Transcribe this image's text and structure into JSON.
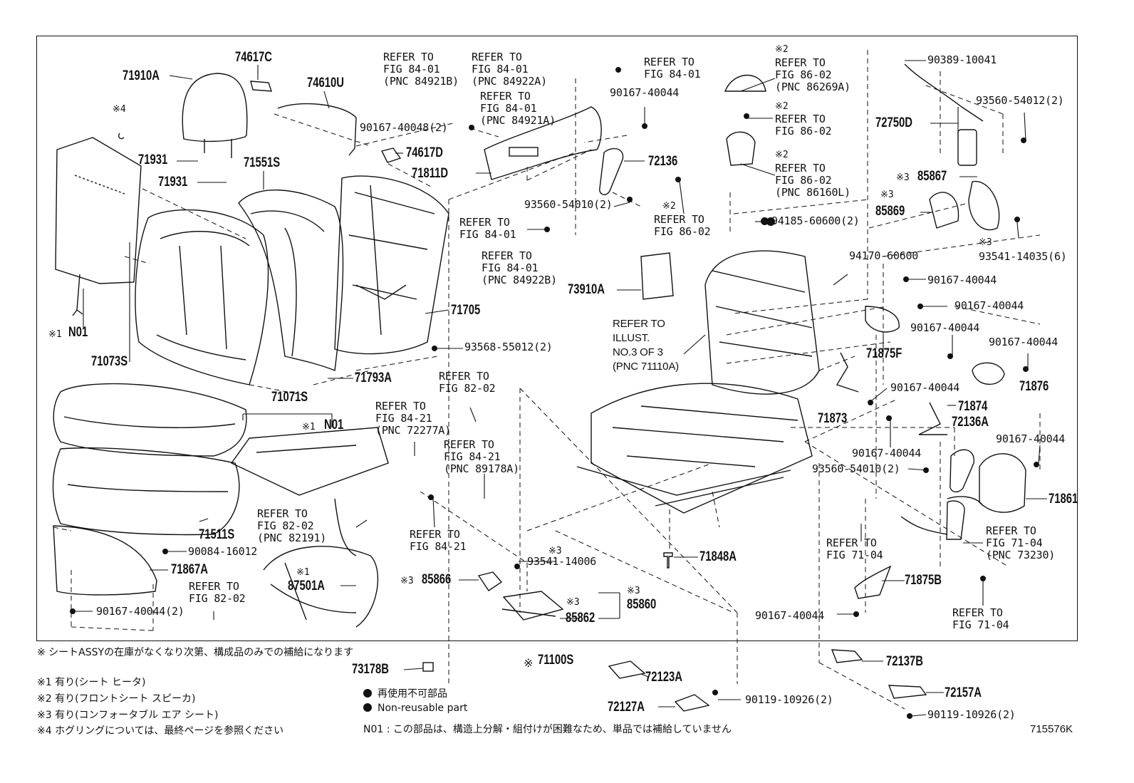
{
  "part_numbers": {
    "p71910A": "71910A",
    "p74617C": "74617C",
    "p74610U": "74610U",
    "p71931a": "71931",
    "p71931b": "71931",
    "p71551S": "71551S",
    "p71073S": "71073S",
    "p74617D": "74617D",
    "p71811D": "71811D",
    "p72136": "72136",
    "p71705": "71705",
    "p71793A": "71793A",
    "p71071S": "71071S",
    "p71511S": "71511S",
    "p71867A": "71867A",
    "p87501A": "87501A",
    "p85866": "85866",
    "p85862": "85862",
    "p85860": "85860",
    "p71100S": "71100S",
    "p73178B": "73178B",
    "p72123A": "72123A",
    "p72127A": "72127A",
    "p73910A": "73910A",
    "p71848A": "71848A",
    "p72750D": "72750D",
    "p85867": "85867",
    "p85869": "85869",
    "p71875F": "71875F",
    "p71876": "71876",
    "p71873": "71873",
    "p71874": "71874",
    "p72136A": "72136A",
    "p71861": "71861",
    "p71875B": "71875B",
    "p72137B": "72137B",
    "p72157A": "72157A"
  },
  "fasteners": {
    "f1": "90167-40048(2)",
    "f2": "90167-40044",
    "f3": "93560-54010(2)",
    "f4": "93568-55012(2)",
    "f5": "90084-16012",
    "f6": "90167-40044(2)",
    "f7": "93541-14006",
    "f8": "90389-10041",
    "f9": "93560-54012(2)",
    "f10": "94185-60600(2)",
    "f11": "93541-14035(6)",
    "f12": "94170-60600",
    "f13": "90167-40044",
    "f14": "90167-40044",
    "f15": "90167-40044",
    "f16": "90167-40044",
    "f17": "90167-40044",
    "f18": "90167-40044",
    "f19": "90167-40044",
    "f20": "93560-54010(2)",
    "f21": "90167-40044",
    "f22": "90119-10926(2)",
    "f23": "90119-10926(2)"
  },
  "refs": {
    "r1": "REFER TO\nFIG 84-01\n(PNC 84921B)",
    "r2": "REFER TO\nFIG 84-01\n(PNC 84922A)",
    "r3": "REFER TO\nFIG 84-01\n(PNC 84921A)",
    "r4": "REFER TO\nFIG 84-01",
    "r5": "REFER TO\nFIG 84-01",
    "r6": "REFER TO\nFIG 84-01\n(PNC 84922B)",
    "r7": "REFER TO\nFIG 82-02",
    "r8": "REFER TO\nFIG 84-21\n(PNC 72277A)",
    "r9": "REFER TO\nFIG 84-21\n(PNC 89178A)",
    "r10": "REFER TO\nFIG 82-02\n(PNC 82191)",
    "r11": "REFER TO\nFIG 84-21",
    "r12": "REFER TO\nFIG 82-02",
    "r13": "REFER TO\nFIG 86-02\n(PNC 86269A)",
    "r14": "REFER TO\nFIG 86-02",
    "r15": "REFER TO\nFIG 86-02\n(PNC 86160L)",
    "r16": "REFER TO\nFIG 86-02",
    "r17": "REFER TO\nILLUST.\nNO.3 OF 3\n(PNC 71110A)",
    "r18": "REFER TO\nFIG 71-04\n(PNC 73230)",
    "r19": "REFER TO\nFIG 71-04",
    "r20": "REFER TO\nFIG 71-04"
  },
  "marks": {
    "m4": "※4",
    "m1a": "※1",
    "n01a": "N01",
    "m1b": "※1",
    "n01b": "N01",
    "m1c": "※1",
    "m3a": "※3",
    "m3b": "※3",
    "m3c": "※3",
    "m3d": "※3",
    "m2a": "※2",
    "m2b": "※2",
    "m2c": "※2",
    "m2d": "※2",
    "m3e": "※3",
    "m3f": "※3",
    "m3g": "※3",
    "m71100": "※"
  },
  "notes": {
    "note_main": "※  シートASSYの在庫がなくなり次第、構成品のみでの補給になります",
    "note1": "※1  有り(シート ヒータ)",
    "note2": "※2  有り(フロントシート  スピーカ)",
    "note3": "※3  有り(コンフォータブル  エア  シート)",
    "note4": "※4  ホグリングについては、最終ページを参照ください",
    "nonreuse_jp": "再使用不可部品",
    "nonreuse_en": "Non-reusable part",
    "n01_note": "N01 :  この部品は、構造上分解・組付けが困難なため、単品では補給していません"
  },
  "illustration_id": "715576K"
}
